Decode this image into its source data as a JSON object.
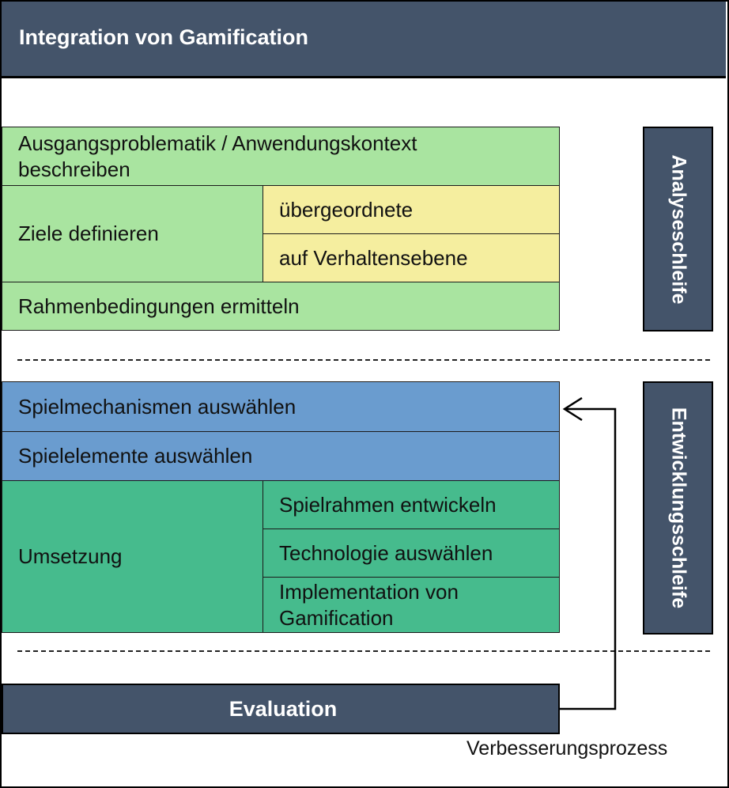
{
  "title": "Integration von Gamification",
  "analysis": {
    "context": "Ausgangsproblematik / Anwendungskontext beschreiben",
    "goals": "Ziele definieren",
    "goal_levels": [
      "übergeordnete",
      "auf Verhaltensebene"
    ],
    "conditions": "Rahmenbedingungen ermitteln",
    "loop_label": "Analyseschleife"
  },
  "development": {
    "mechanics": "Spielmechanismen auswählen",
    "elements": "Spielelemente auswählen",
    "implementation": "Umsetzung",
    "implementation_steps": [
      "Spielrahmen entwickeln",
      "Technologie auswählen",
      "Implementation von Gamification"
    ],
    "loop_label": "Entwicklungsschleife"
  },
  "evaluation": "Evaluation",
  "improvement_label": "Verbesserungsprozess",
  "colors": {
    "header": "#44546a",
    "analysis_green": "#a9e4a0",
    "goal_yellow": "#f5ee9f",
    "selection_blue": "#6a9ccf",
    "implementation_teal": "#46bb8d"
  }
}
